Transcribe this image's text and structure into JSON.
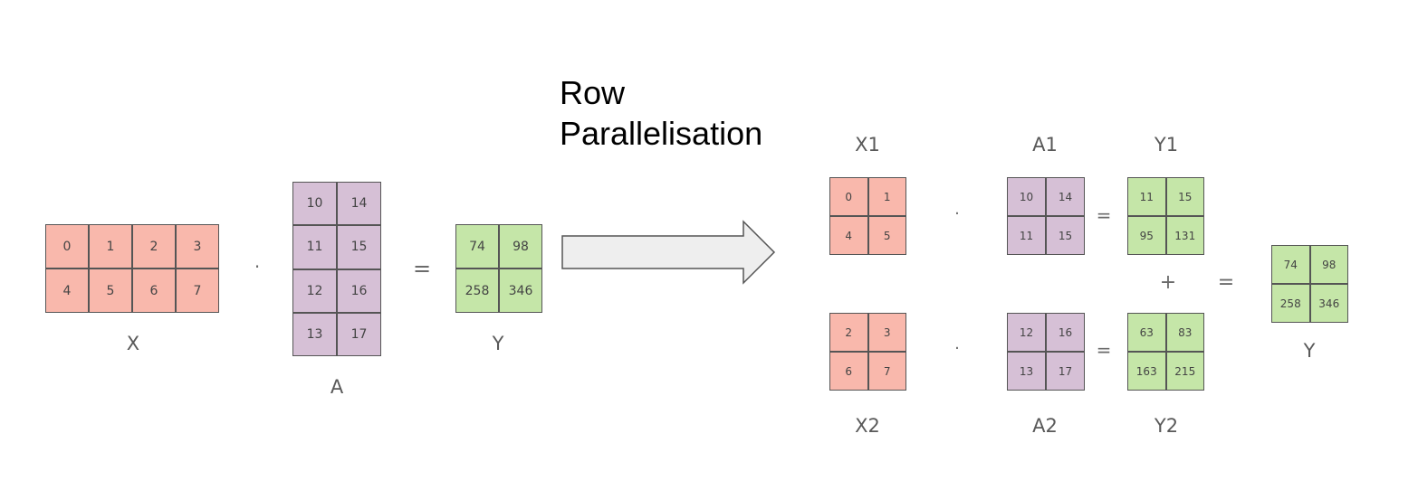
{
  "title_line1": "Row",
  "title_line2": "Parallelisation",
  "colors": {
    "x": "#f9b8ac",
    "a": "#d6c0d6",
    "y": "#c5e6a8"
  },
  "operators": {
    "dot": "·",
    "equals": "=",
    "plus": "+"
  },
  "left": {
    "X": {
      "label": "X",
      "cells": [
        "0",
        "1",
        "2",
        "3",
        "4",
        "5",
        "6",
        "7"
      ]
    },
    "A": {
      "label": "A",
      "cells": [
        "10",
        "14",
        "11",
        "15",
        "12",
        "16",
        "13",
        "17"
      ]
    },
    "Y": {
      "label": "Y",
      "cells": [
        "74",
        "98",
        "258",
        "346"
      ]
    }
  },
  "right": {
    "X1": {
      "label": "X1",
      "cells": [
        "0",
        "1",
        "4",
        "5"
      ]
    },
    "A1": {
      "label": "A1",
      "cells": [
        "10",
        "14",
        "11",
        "15"
      ]
    },
    "Y1": {
      "label": "Y1",
      "cells": [
        "11",
        "15",
        "95",
        "131"
      ]
    },
    "X2": {
      "label": "X2",
      "cells": [
        "2",
        "3",
        "6",
        "7"
      ]
    },
    "A2": {
      "label": "A2",
      "cells": [
        "12",
        "16",
        "13",
        "17"
      ]
    },
    "Y2": {
      "label": "Y2",
      "cells": [
        "63",
        "83",
        "163",
        "215"
      ]
    },
    "Y": {
      "label": "Y",
      "cells": [
        "74",
        "98",
        "258",
        "346"
      ]
    }
  }
}
